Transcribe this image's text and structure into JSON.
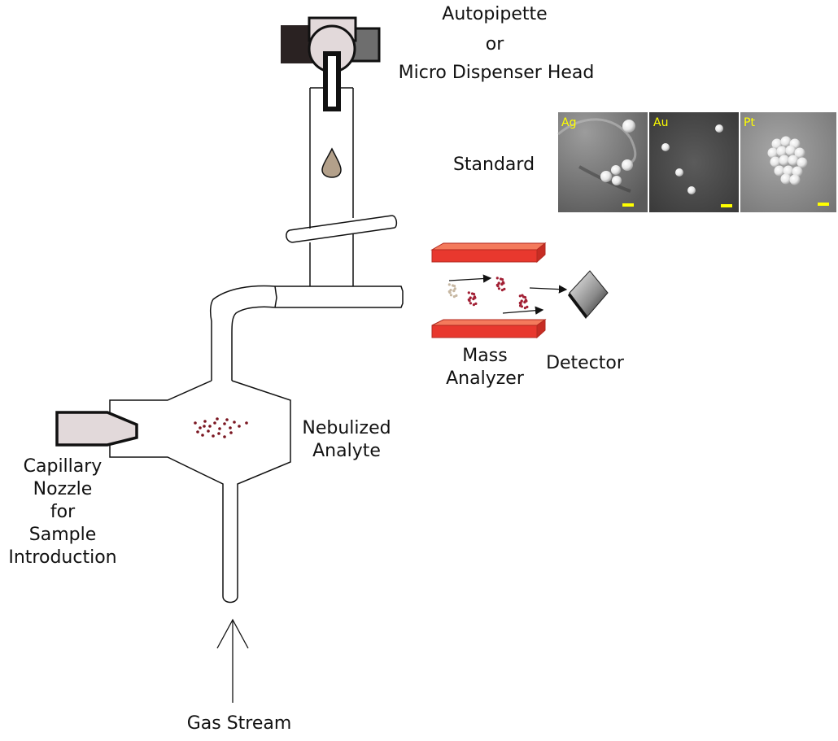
{
  "labels": {
    "autopipette": [
      "Autopipette",
      "or",
      "Micro Dispenser Head"
    ],
    "standard": "Standard",
    "mass_analyzer": [
      "Mass",
      "Analyzer"
    ],
    "detector": "Detector",
    "nebulized": [
      "Nebulized",
      "Analyte"
    ],
    "capillary": [
      "Capillary",
      "Nozzle",
      "for",
      "Sample",
      "Introduction"
    ],
    "gas_stream": "Gas Stream"
  },
  "sem_panels": [
    {
      "label": "Ag"
    },
    {
      "label": "Au"
    },
    {
      "label": "Pt"
    }
  ],
  "colors": {
    "quadrupole": "#e8382e",
    "droplet": "#b3a08a",
    "nozzle_fill": "#e2d9da",
    "analyte": "#7a1520",
    "sem_label": "#ffff00",
    "head_dark": "#2a2222",
    "head_grey": "#6e6e6e"
  }
}
